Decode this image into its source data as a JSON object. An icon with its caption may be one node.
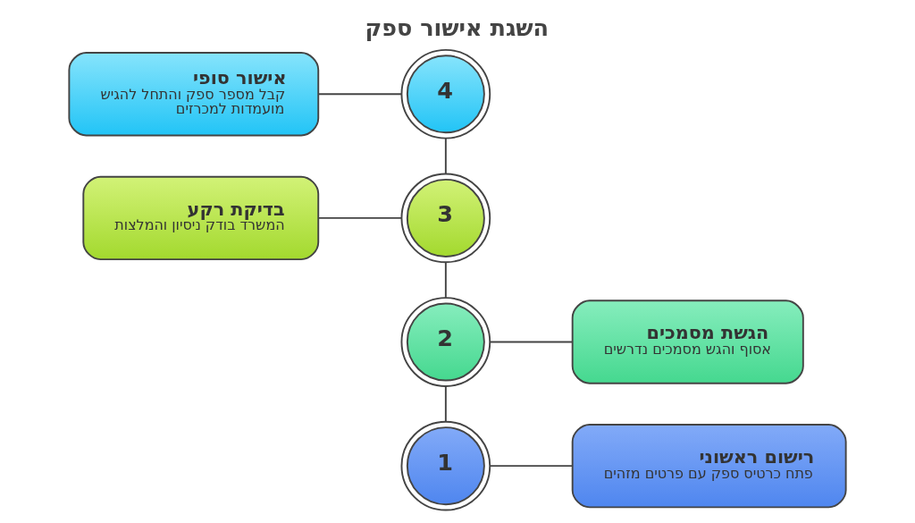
{
  "diagram": {
    "title": "השגת אישור ספק",
    "nodes": [
      {
        "text": [
          "1"
        ]
      },
      {
        "text": [
          "רישום ראשוני",
          "פתח כרטיס ספק עם פרטים מזהים"
        ]
      },
      {
        "text": [
          "2"
        ]
      },
      {
        "text": [
          "הגשת מסמכים",
          "אסוף והגש מסמכים נדרשים"
        ]
      },
      {
        "text": [
          "3"
        ]
      },
      {
        "text": [
          "בדיקת רקע",
          "המשרד בודק ניסיון והמלצות"
        ]
      },
      {
        "text": [
          "4"
        ]
      },
      {
        "text": [
          "אישור סופי",
          "קבל מספר ספק והתחל להגיש מועמדות למכרזים"
        ]
      }
    ],
    "edges": [
      {
        "from": 0,
        "to": 1,
        "arrow": "none"
      },
      {
        "from": 0,
        "to": 2,
        "arrow": "none"
      },
      {
        "from": 2,
        "to": 3,
        "arrow": "none"
      },
      {
        "from": 2,
        "to": 4,
        "arrow": "none"
      },
      {
        "from": 4,
        "to": 5,
        "arrow": "none"
      },
      {
        "from": 4,
        "to": 6,
        "arrow": "none"
      },
      {
        "from": 6,
        "to": 7,
        "arrow": "none"
      }
    ]
  }
}
